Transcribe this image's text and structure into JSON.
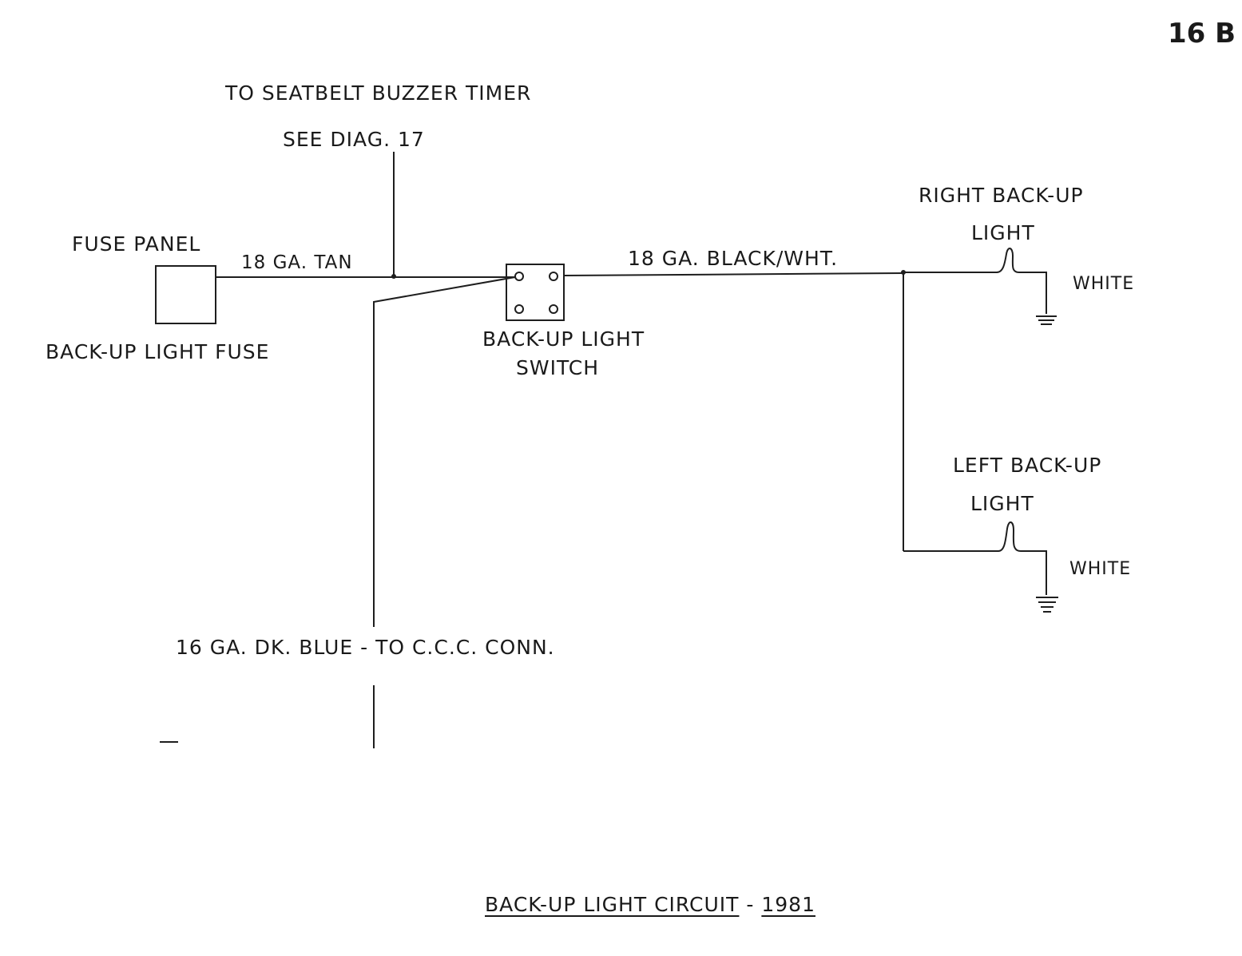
{
  "page_number": "16 B",
  "labels": {
    "seatbelt": "TO  SEATBELT    BUZZER    TIMER",
    "see_diag": "SEE     DIAG.   17",
    "fuse_panel": "FUSE    PANEL",
    "backup_fuse": "BACK-UP   LIGHT   FUSE",
    "wire_tan": "18 GA.  TAN",
    "switch_line1": "BACK-UP   LIGHT",
    "switch_line2": "SWITCH",
    "wire_black": "18 GA.  BLACK/WHT.",
    "right_line1": "RIGHT    BACK-UP",
    "right_line2": "LIGHT",
    "right_white": "WHITE",
    "left_line1": "LEFT    BACK-UP",
    "left_line2": "LIGHT",
    "left_white": "WHITE",
    "wire_blue": "16 GA.  DK.  BLUE  -  TO   C.C.C.   CONN.",
    "title_a": "BACK-UP    LIGHT    CIRCUIT",
    "title_b": " - ",
    "title_c": "1981"
  }
}
